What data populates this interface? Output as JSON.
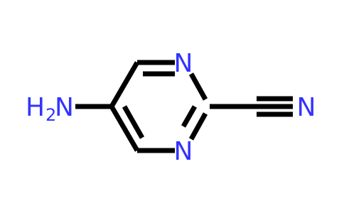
{
  "molecule": {
    "atoms": {
      "n_top": "N",
      "n_bottom": "N",
      "n_nitrile": "N",
      "amine_h": "H",
      "amine_sub": "2",
      "amine_n": "N"
    },
    "colors": {
      "bond": "#000000",
      "nitrogen": "#3333ff"
    }
  }
}
